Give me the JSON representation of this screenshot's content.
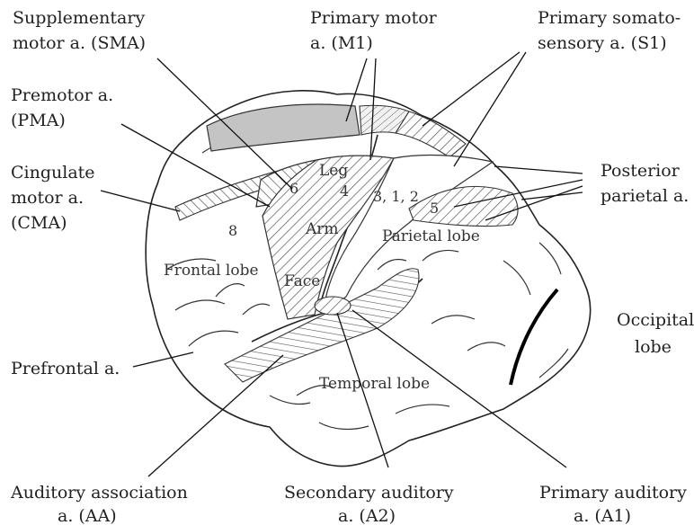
{
  "labels": {
    "sma": [
      "Supplementary",
      "motor a. (SMA)"
    ],
    "m1": [
      "Primary motor",
      "a. (M1)"
    ],
    "s1": [
      "Primary somato-",
      "sensory a. (S1)"
    ],
    "pma": [
      "Premotor a.",
      "(PMA)"
    ],
    "cma": [
      "Cingulate",
      "motor a.",
      "(CMA)"
    ],
    "ppa": [
      "Posterior",
      "parietal a."
    ],
    "occipital": [
      "Occipital",
      "lobe"
    ],
    "prefrontal": "Prefrontal a.",
    "aa": [
      "Auditory association",
      "a. (AA)"
    ],
    "a2": [
      "Secondary auditory",
      "a. (A2)"
    ],
    "a1": [
      "Primary auditory",
      "a. (A1)"
    ]
  },
  "inside": {
    "leg": "Leg",
    "arm": "Arm",
    "face": "Face",
    "frontal_lobe": "Frontal lobe",
    "parietal_lobe": "Parietal lobe",
    "temporal_lobe": "Temporal lobe",
    "area_6": "6",
    "area_4": "4",
    "area_8": "8",
    "area_5": "5",
    "area_312": "3, 1, 2"
  },
  "colors": {
    "outline": "#222222",
    "gray_fill": "#c4c4c4",
    "hatch": "#555555"
  }
}
